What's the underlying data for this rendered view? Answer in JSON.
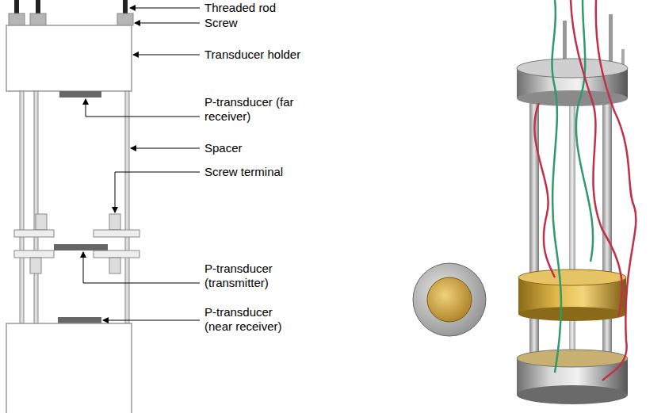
{
  "diagram": {
    "labels": [
      "Threaded rod",
      "Screw",
      "Transducer holder",
      "P-transducer (far receiver)",
      "Spacer",
      "Screw terminal",
      "P-transducer (transmitter)",
      "P-transducer (near receiver)"
    ]
  }
}
